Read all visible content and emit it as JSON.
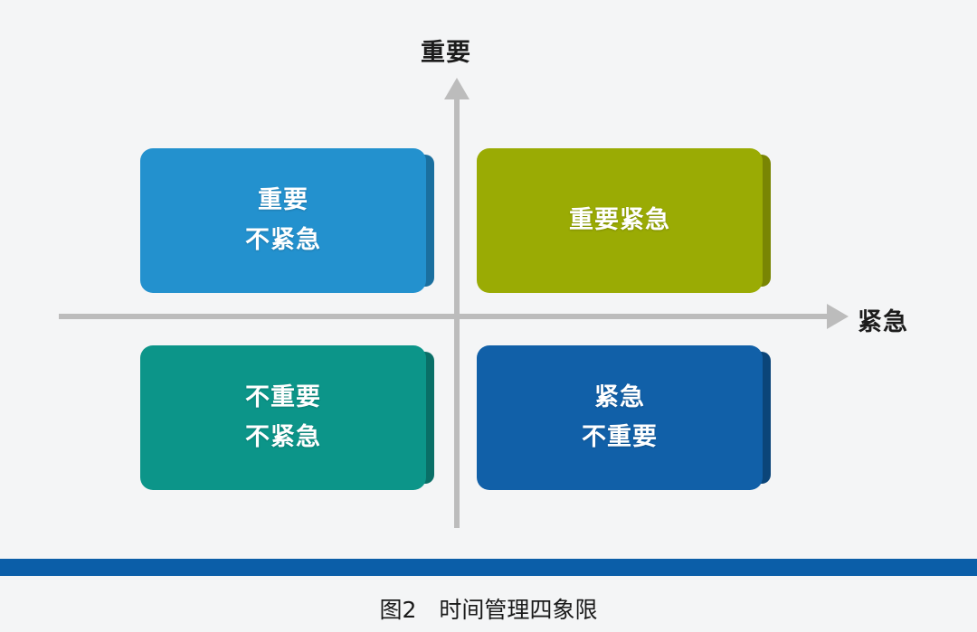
{
  "figure": {
    "background_color": "#f4f5f6",
    "title_caption": "图2　时间管理四象限",
    "axes": {
      "vertical_label": "重要",
      "horizontal_label": "紧急",
      "line_color": "#bcbcbc"
    },
    "quadrants": [
      {
        "id": "top-left",
        "position": "upper-left",
        "color": "#2391ce",
        "edge_color": "#1a6f9f",
        "lines": [
          "重要",
          "不紧急"
        ]
      },
      {
        "id": "top-right",
        "position": "upper-right",
        "color": "#9aab04",
        "edge_color": "#798503",
        "lines": [
          "重要紧急"
        ]
      },
      {
        "id": "bottom-left",
        "position": "lower-left",
        "color": "#0c9589",
        "edge_color": "#096f67",
        "lines": [
          "不重要",
          "不紧急"
        ]
      },
      {
        "id": "bottom-right",
        "position": "lower-right",
        "color": "#1160a8",
        "edge_color": "#0b4579",
        "lines": [
          "紧急",
          "不重要"
        ]
      }
    ],
    "bottom_rule_color": "#0b5ea8"
  }
}
